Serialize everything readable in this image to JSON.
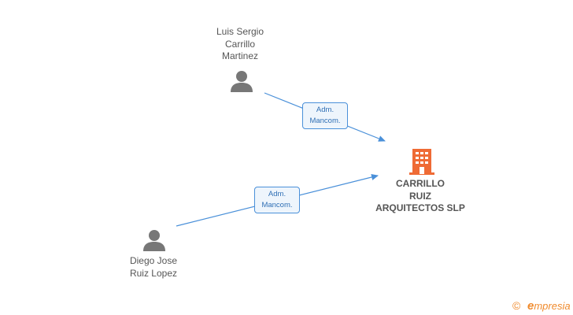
{
  "nodes": {
    "person1": {
      "lines": [
        "Luis Sergio",
        "Carrillo",
        "Martinez"
      ]
    },
    "person2": {
      "lines": [
        "Diego Jose",
        "Ruiz Lopez"
      ]
    },
    "company": {
      "lines": [
        "CARRILLO",
        "RUIZ",
        "ARQUITECTOS SLP"
      ]
    }
  },
  "edges": [
    {
      "from": "person1",
      "to": "company",
      "label": [
        "Adm.",
        "Mancom."
      ]
    },
    {
      "from": "person2",
      "to": "company",
      "label": [
        "Adm.",
        "Mancom."
      ]
    }
  ],
  "colors": {
    "person_icon": "#777777",
    "company_icon": "#ef6b35",
    "edge": "#4a90d9",
    "label_bg": "#eef5fc",
    "label_text": "#2f6fb5",
    "brand": "#f08a2c"
  },
  "footer": {
    "copyright_symbol": "©",
    "brand_initial": "e",
    "brand_rest": "mpresia"
  }
}
